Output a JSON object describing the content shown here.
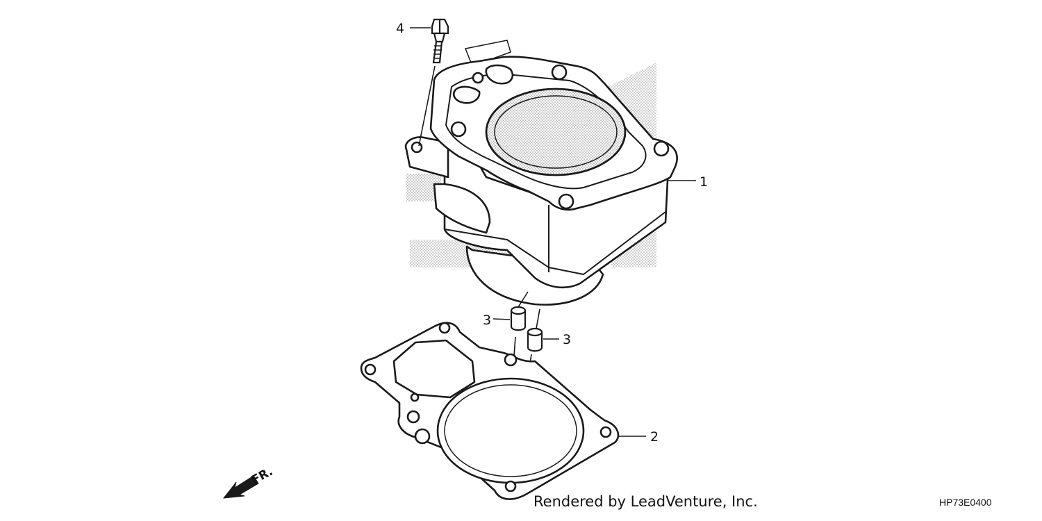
{
  "diagram": {
    "callouts": [
      {
        "id": "part-1",
        "label": "1"
      },
      {
        "id": "part-2",
        "label": "2"
      },
      {
        "id": "part-3a",
        "label": "3"
      },
      {
        "id": "part-3b",
        "label": "3"
      },
      {
        "id": "part-4",
        "label": "4"
      }
    ],
    "front_indicator": "FR.",
    "credit": "Rendered by LeadVenture, Inc.",
    "code": "HP73E0400"
  },
  "colors": {
    "line": "#1a1a1a",
    "stipple": "#9a9a9a"
  }
}
